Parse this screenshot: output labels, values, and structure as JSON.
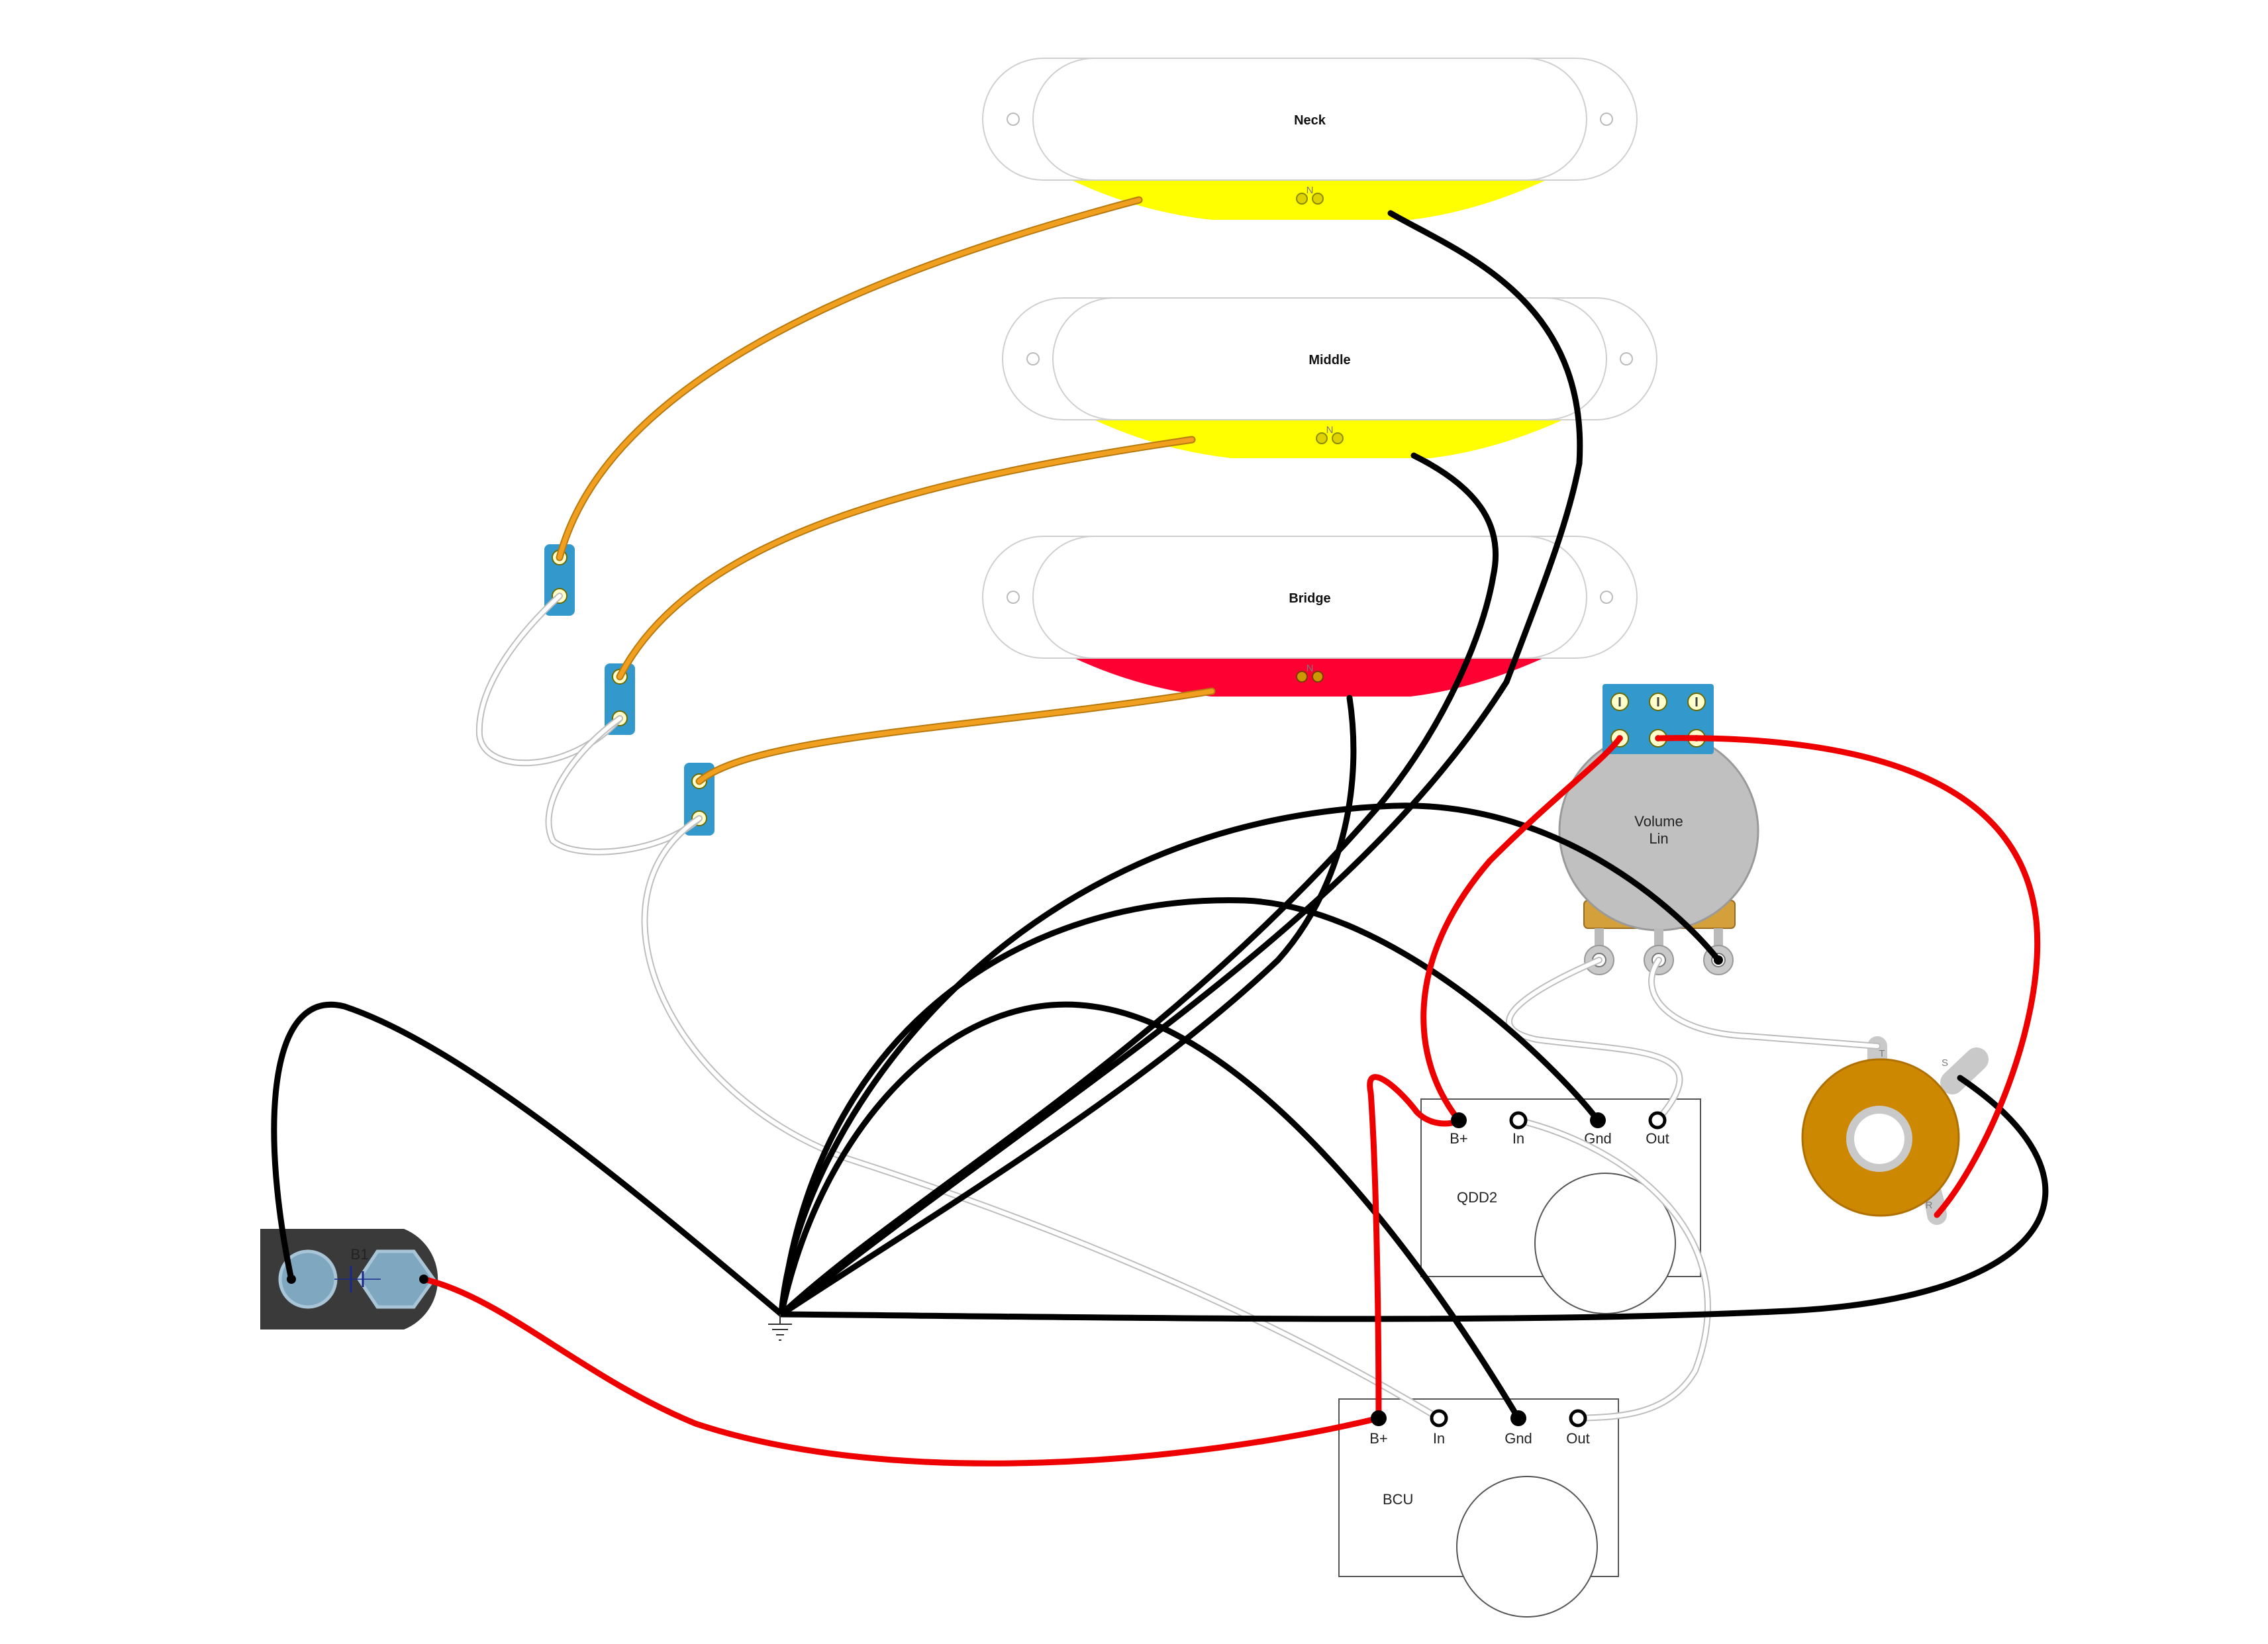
{
  "pickups": [
    {
      "id": "neck",
      "label": "Neck",
      "base_color": "#ffff00",
      "pole_label": "N"
    },
    {
      "id": "middle",
      "label": "Middle",
      "base_color": "#ffff00",
      "pole_label": "N"
    },
    {
      "id": "bridge",
      "label": "Bridge",
      "base_color": "#ff0033",
      "pole_label": "N"
    }
  ],
  "battery": {
    "label": "B1"
  },
  "pot": {
    "label_line1": "Volume",
    "label_line2": "Lin"
  },
  "jack": {
    "terminals": [
      "T",
      "S",
      "R"
    ]
  },
  "modules": [
    {
      "id": "qdd2",
      "name": "QDD2",
      "pins": [
        "B+",
        "In",
        "Gnd",
        "Out"
      ]
    },
    {
      "id": "bcu",
      "name": "BCU",
      "pins": [
        "B+",
        "In",
        "Gnd",
        "Out"
      ]
    }
  ],
  "colors": {
    "hot_wire": "#f0a01e",
    "ground_wire": "#000000",
    "power_wire": "#ee0000",
    "signal_wire": "#ffffff",
    "terminal_blue": "#3399cc",
    "pot_body": "#c0c0c0",
    "pot_base": "#d4a03c",
    "jack_body": "#cc8800",
    "battery_body": "#3a3a3a"
  }
}
